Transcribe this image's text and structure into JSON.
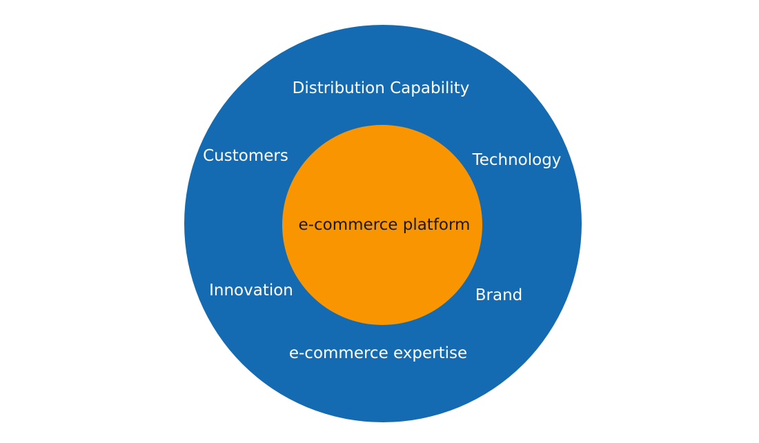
{
  "diagram": {
    "center": {
      "label": "e-commerce platform",
      "color": "#f99500"
    },
    "ring": {
      "color": "#156bb1",
      "labels": {
        "top": "Distribution Capability",
        "upper_left": "Customers",
        "upper_right": "Technology",
        "lower_left": "Innovation",
        "lower_right": "Brand",
        "bottom": "e-commerce expertise"
      }
    }
  }
}
